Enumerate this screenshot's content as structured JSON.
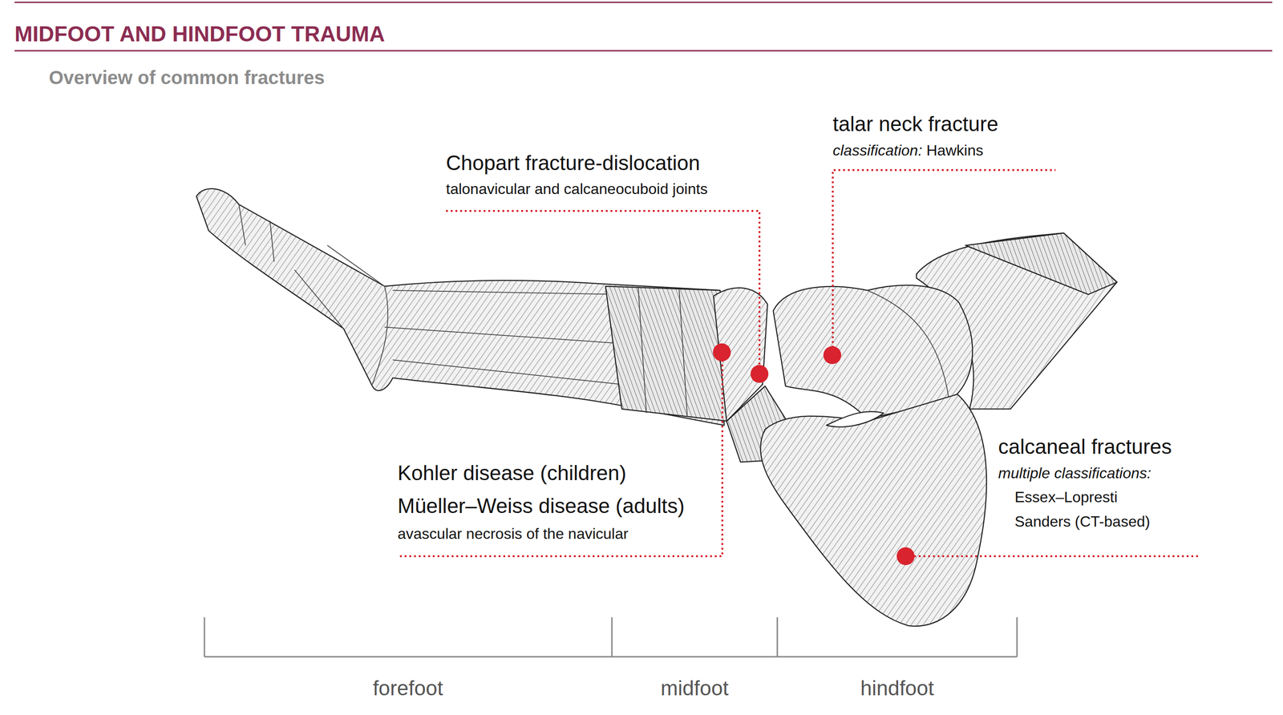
{
  "diagram": {
    "title": "MIDFOOT AND HINDFOOT TRAUMA",
    "labels": [
      "Overview of common fractures",
      "Chopart fracture-dislocation",
      "talonavicular and calcaneocuboid joints",
      "talar neck fracture",
      "classification:",
      "Hawkins",
      "calcaneal fractures",
      "multiple classifications:",
      "Essex–Lopresti",
      "Sanders (CT-based)",
      "Kohler disease (children)",
      "Müeller–Weiss disease (adults)",
      "avascular necrosis of the navicular",
      "forefoot",
      "midfoot",
      "hindfoot"
    ]
  }
}
